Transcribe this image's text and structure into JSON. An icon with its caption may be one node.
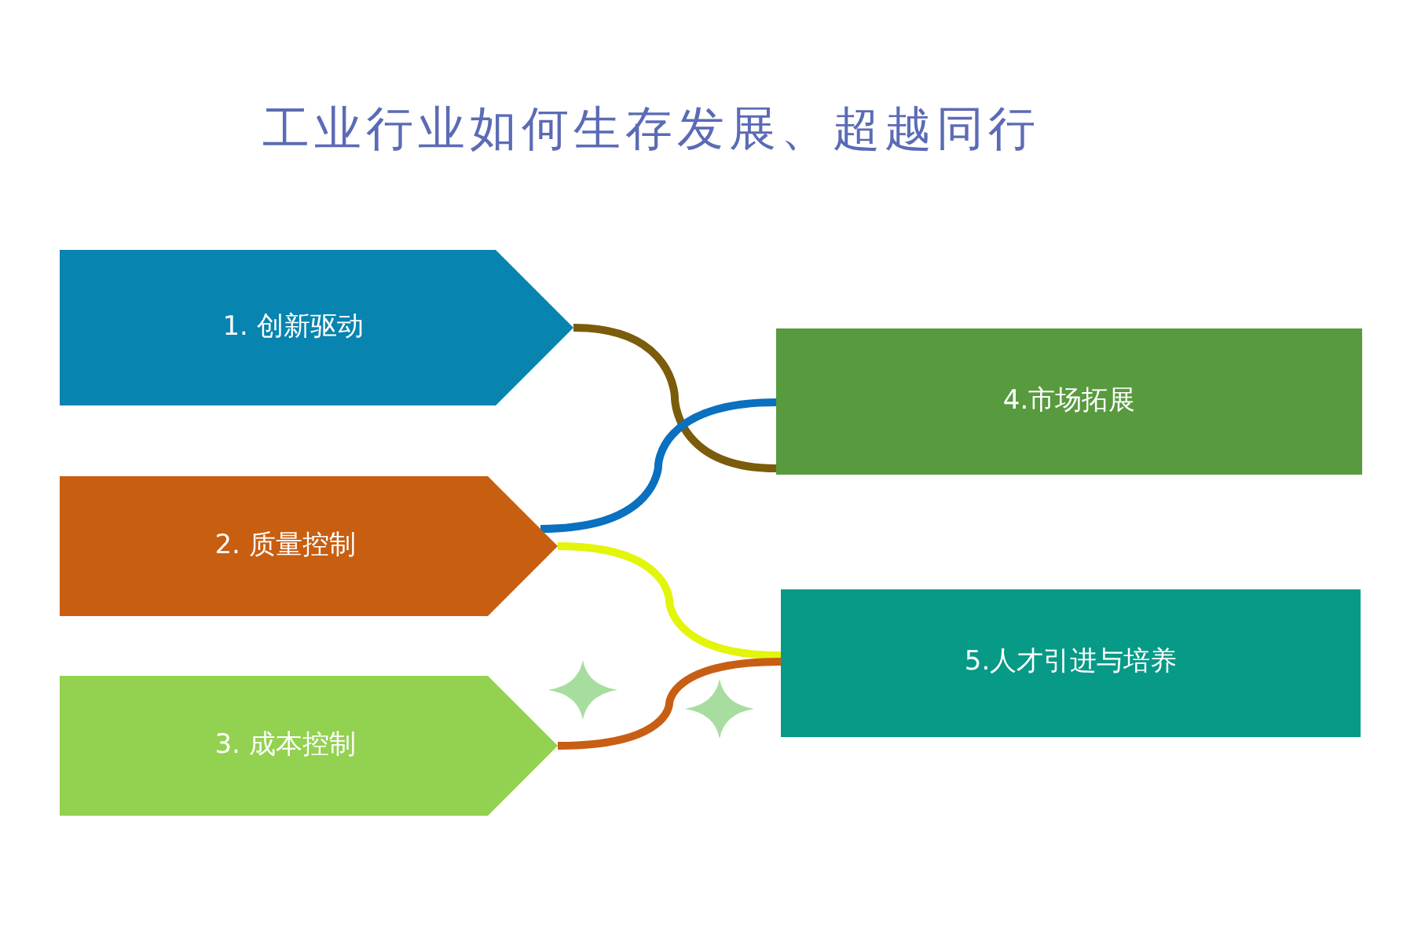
{
  "diagram": {
    "title": "工业行业如何生存发展、超越同行",
    "nodes": [
      {
        "text": [
          "1. 创新驱动"
        ]
      },
      {
        "text": [
          "2. 质量控制"
        ]
      },
      {
        "text": [
          "3. 成本控制"
        ]
      },
      {
        "text": [
          "4.市场拓展"
        ]
      },
      {
        "text": [
          "5.人才引进与培养"
        ]
      }
    ],
    "edges": [
      {
        "from": 0,
        "to": 3,
        "arrow": "none",
        "color": "#7a5c0a"
      },
      {
        "from": 1,
        "to": 3,
        "arrow": "none",
        "color": "#0a70c0"
      },
      {
        "from": 1,
        "to": 4,
        "arrow": "none",
        "color": "#e2f50a"
      },
      {
        "from": 2,
        "to": 4,
        "arrow": "none",
        "color": "#c85e14"
      }
    ]
  }
}
